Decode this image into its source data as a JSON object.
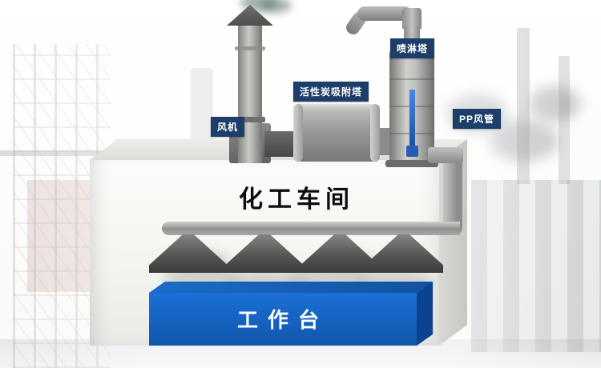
{
  "diagram": {
    "building_label": "化工车间",
    "workbench_label": "工作台",
    "equipment_labels": {
      "fan": "风机",
      "activated_carbon_tower": "活性炭吸附塔",
      "spray_tower": "喷淋塔",
      "pp_duct": "PP风管"
    },
    "colors": {
      "label_badge_bg": "#1d3e68",
      "label_badge_text": "#ffffff",
      "workbench_blue": "#1463c2",
      "equipment_gray": "#a2a2a0",
      "hood_dark_gray": "#4a4a48",
      "building_white": "#f7f7f4"
    }
  }
}
